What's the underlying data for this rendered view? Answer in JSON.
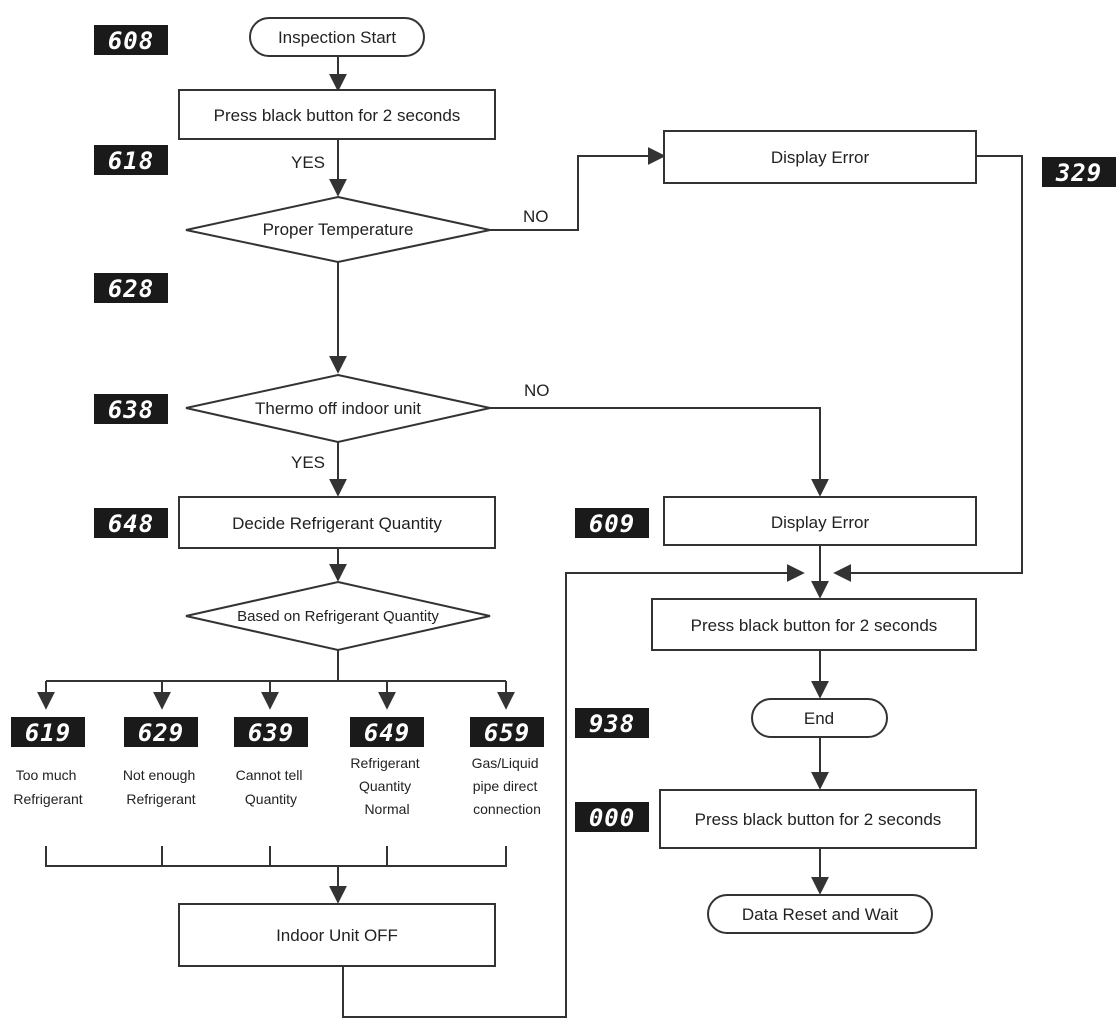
{
  "nodes": {
    "start": "Inspection Start",
    "press1": "Press black button for 2 seconds",
    "proper_temp": "Proper Temperature",
    "display_error_1": "Display Error",
    "thermo_off": "Thermo off indoor unit",
    "decide_qty": "Decide Refrigerant Quantity",
    "display_error_2": "Display Error",
    "based_on_qty": "Based on Refrigerant Quantity",
    "press2": "Press black button for 2 seconds",
    "end": "End",
    "press3": "Press black button for 2 seconds",
    "indoor_off": "Indoor Unit OFF",
    "reset": "Data Reset and Wait"
  },
  "edges": {
    "yes_1": "YES",
    "no_1": "NO",
    "no_2": "NO",
    "yes_2": "YES"
  },
  "codes": {
    "c608": "608",
    "c618": "618",
    "c628": "628",
    "c638": "638",
    "c648": "648",
    "c329": "329",
    "c609": "609",
    "c938": "938",
    "c000": "000",
    "c619": "619",
    "c629": "629",
    "c639": "639",
    "c649": "649",
    "c659": "659"
  },
  "outcomes": {
    "o619": [
      "Too much",
      "Refrigerant"
    ],
    "o629": [
      "Not enough",
      "Refrigerant"
    ],
    "o639": [
      "Cannot tell",
      "Quantity"
    ],
    "o649": [
      "Refrigerant",
      "Quantity",
      "Normal"
    ],
    "o659": [
      "Gas/Liquid",
      "pipe direct",
      "connection"
    ]
  }
}
